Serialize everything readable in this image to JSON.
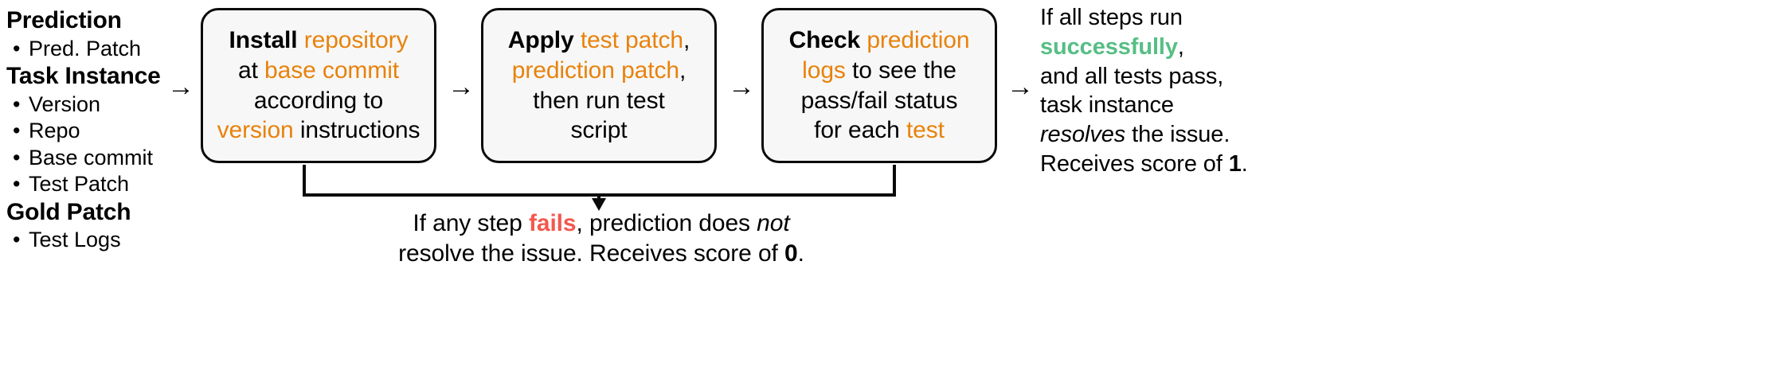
{
  "legend": {
    "groups": [
      {
        "heading": "Prediction",
        "items": [
          "Pred. Patch"
        ]
      },
      {
        "heading": "Task Instance",
        "items": [
          "Version",
          "Repo",
          "Base commit",
          "Test Patch"
        ]
      },
      {
        "heading": "Gold Patch",
        "items": [
          "Test Logs"
        ]
      }
    ],
    "bullet_glyph": "•"
  },
  "arrows": {
    "glyph": "→",
    "labels": [
      "arrow-input-to-step1",
      "arrow-step1-to-step2",
      "arrow-step2-to-step3",
      "arrow-step3-to-result"
    ]
  },
  "steps": [
    {
      "id": "install",
      "lines": [
        [
          {
            "t": "Install ",
            "s": "bold"
          },
          {
            "t": "repository",
            "s": "orange"
          }
        ],
        [
          {
            "t": "at ",
            "s": "plain"
          },
          {
            "t": "base commit",
            "s": "orange"
          }
        ],
        [
          {
            "t": "according to",
            "s": "plain"
          }
        ],
        [
          {
            "t": "version",
            "s": "orange"
          },
          {
            "t": " instructions",
            "s": "plain"
          }
        ]
      ]
    },
    {
      "id": "apply",
      "lines": [
        [
          {
            "t": "Apply ",
            "s": "bold"
          },
          {
            "t": "test patch",
            "s": "orange"
          },
          {
            "t": ",",
            "s": "plain"
          }
        ],
        [
          {
            "t": "prediction patch",
            "s": "orange"
          },
          {
            "t": ",",
            "s": "plain"
          }
        ],
        [
          {
            "t": "then run test",
            "s": "plain"
          }
        ],
        [
          {
            "t": "script",
            "s": "plain"
          }
        ]
      ]
    },
    {
      "id": "check",
      "lines": [
        [
          {
            "t": "Check ",
            "s": "bold"
          },
          {
            "t": "prediction",
            "s": "orange"
          }
        ],
        [
          {
            "t": "logs",
            "s": "orange"
          },
          {
            "t": " to see the",
            "s": "plain"
          }
        ],
        [
          {
            "t": "pass/fail status",
            "s": "plain"
          }
        ],
        [
          {
            "t": "for each ",
            "s": "plain"
          },
          {
            "t": "test",
            "s": "orange"
          }
        ]
      ]
    }
  ],
  "conclusion": {
    "lines": [
      [
        {
          "t": "If all steps run",
          "s": "plain"
        }
      ],
      [
        {
          "t": "successfully",
          "s": "green"
        },
        {
          "t": ",",
          "s": "plain"
        }
      ],
      [
        {
          "t": "and all tests pass,",
          "s": "plain"
        }
      ],
      [
        {
          "t": "task instance",
          "s": "plain"
        }
      ],
      [
        {
          "t": "resolves",
          "s": "italic"
        },
        {
          "t": " the issue.",
          "s": "plain"
        }
      ],
      [
        {
          "t": "Receives score of ",
          "s": "plain"
        },
        {
          "t": "1",
          "s": "bold"
        },
        {
          "t": ".",
          "s": "plain"
        }
      ]
    ]
  },
  "failure_caption": {
    "lines": [
      [
        {
          "t": "If any step ",
          "s": "plain"
        },
        {
          "t": "fails",
          "s": "red"
        },
        {
          "t": ", prediction does ",
          "s": "plain"
        },
        {
          "t": "not",
          "s": "italic"
        }
      ],
      [
        {
          "t": "resolve the issue. Receives score of ",
          "s": "plain"
        },
        {
          "t": "0",
          "s": "bold"
        },
        {
          "t": ".",
          "s": "plain"
        }
      ]
    ]
  },
  "colors": {
    "orange": "#e8820c",
    "green": "#56be85",
    "red": "#f4574f",
    "box_fill": "#f7f7f7",
    "box_border": "#0a0a0a",
    "text": "#000000",
    "background": "#ffffff"
  }
}
